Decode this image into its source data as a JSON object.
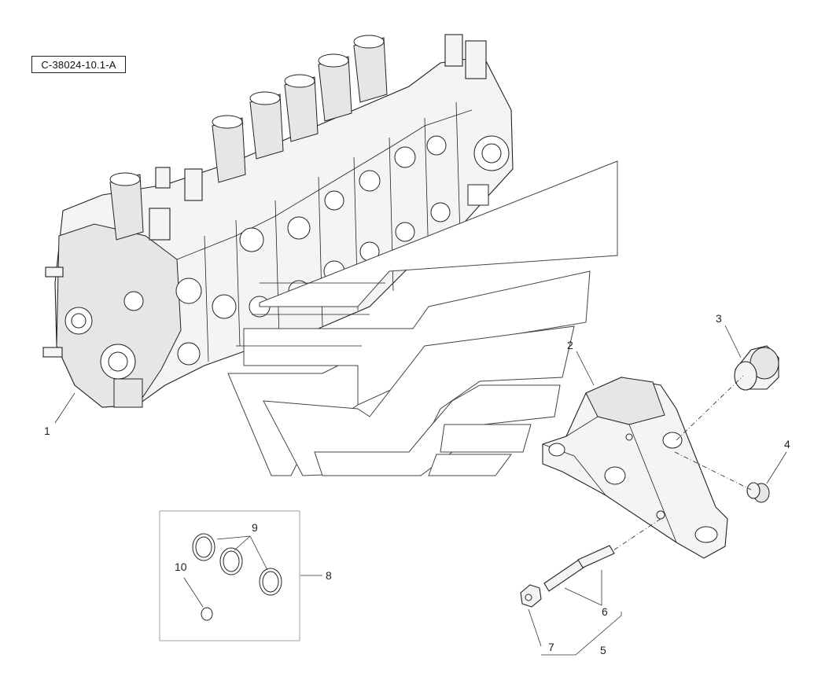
{
  "reference_code": "C-38024-10.1-A",
  "callouts": {
    "c1": "1",
    "c2": "2",
    "c3": "3",
    "c4": "4",
    "c5": "5",
    "c6": "6",
    "c7": "7",
    "c8": "8",
    "c9": "9",
    "c10": "10"
  }
}
